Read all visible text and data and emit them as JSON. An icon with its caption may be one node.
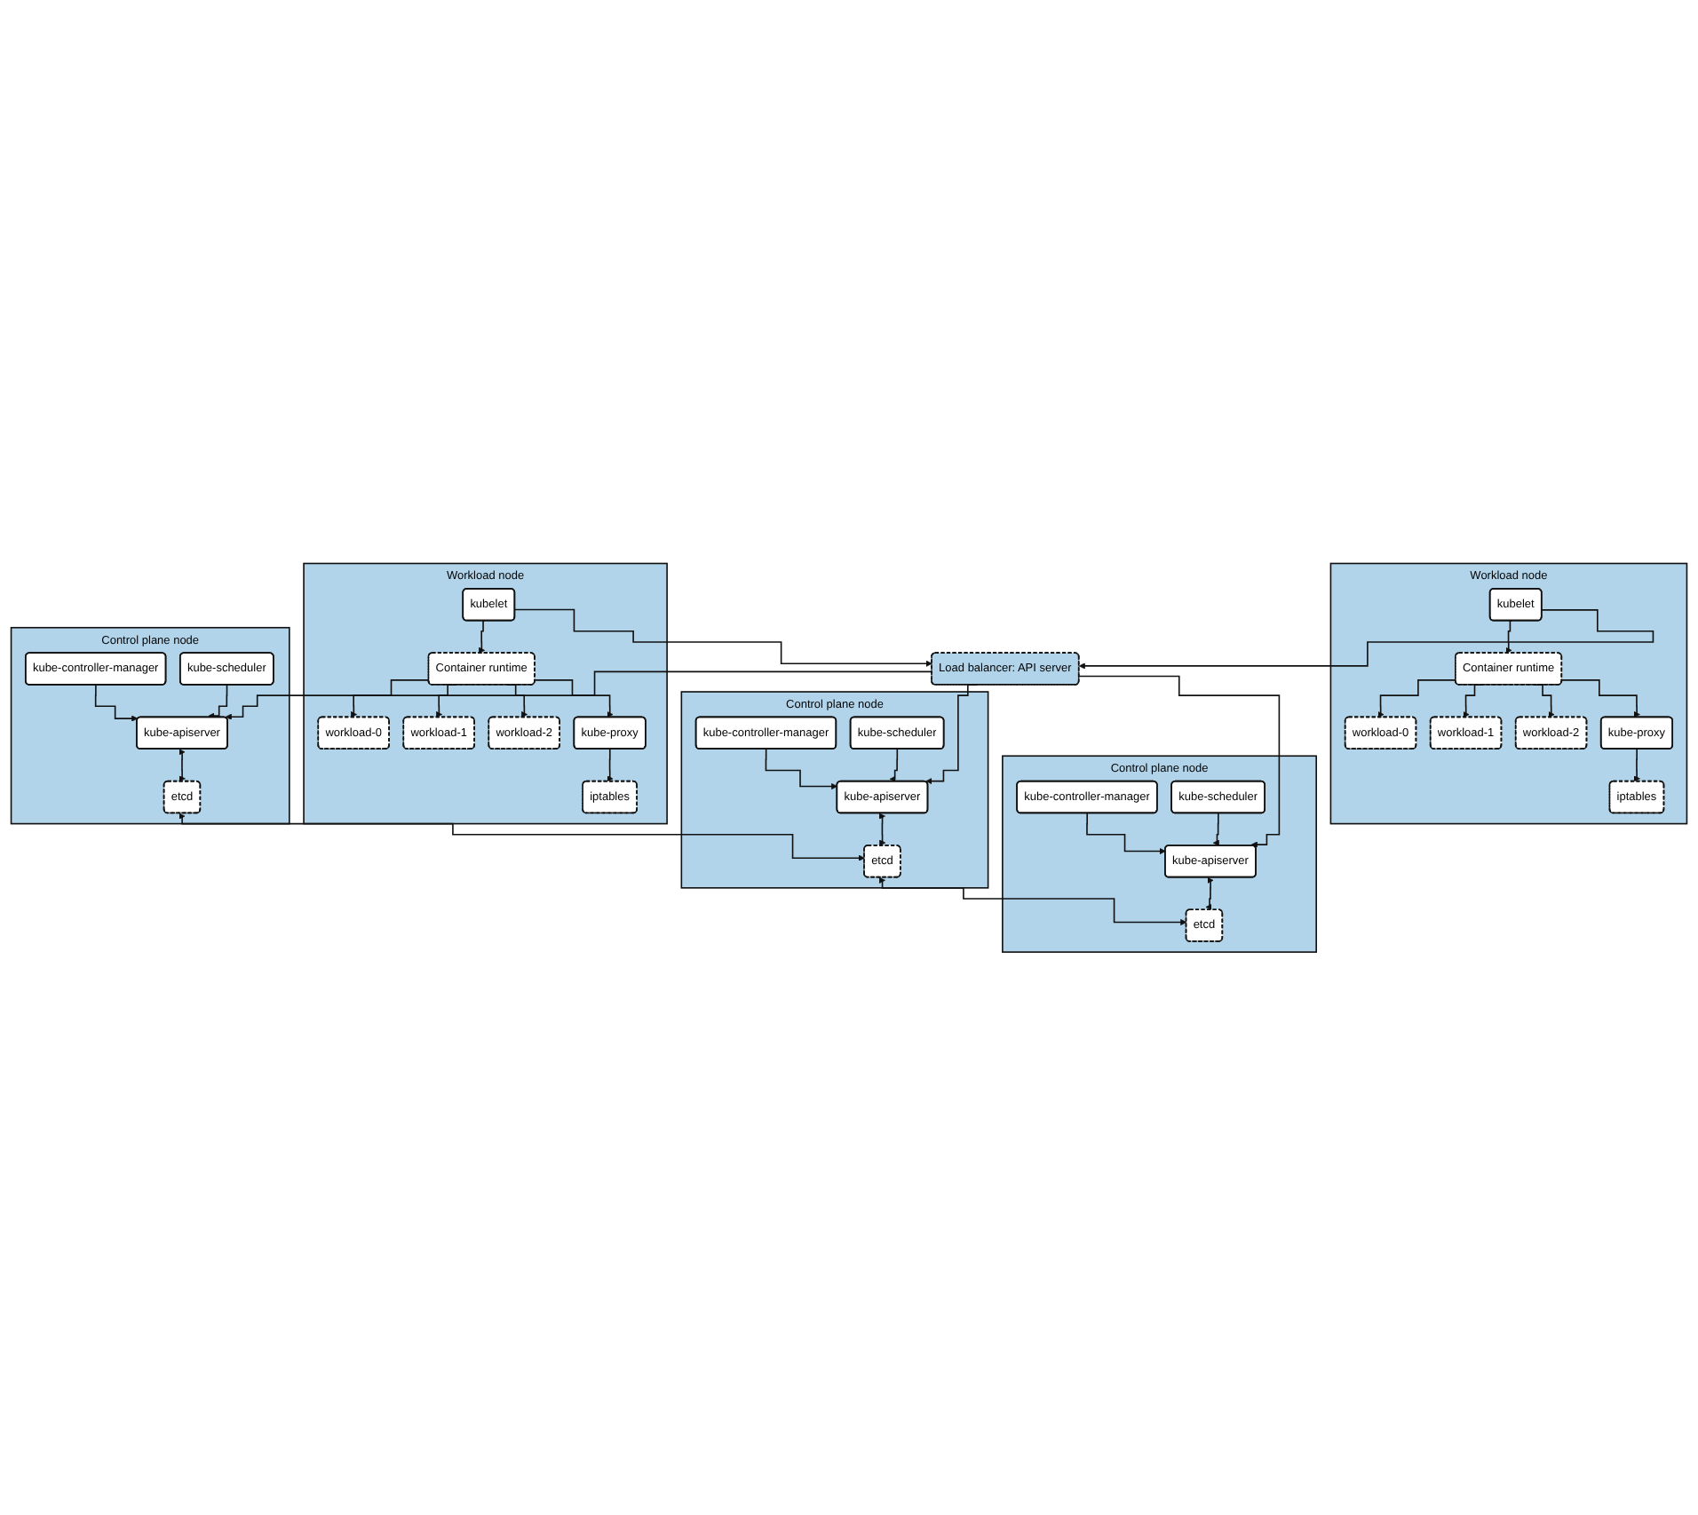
{
  "diagram": {
    "nodes": [
      {
        "text": [
          "Workload node"
        ]
      },
      {
        "text": [
          "workload-0"
        ],
        "in": 0
      },
      {
        "text": [
          "workload-1"
        ],
        "in": 0
      },
      {
        "text": [
          "iptables"
        ],
        "in": 0
      },
      {
        "text": [
          "workload-2"
        ],
        "in": 0
      },
      {
        "text": [
          "kube-proxy"
        ],
        "in": 0
      },
      {
        "text": [
          "kubelet"
        ],
        "in": 0
      },
      {
        "text": [
          "Container runtime"
        ],
        "in": 0
      },
      {
        "text": [
          "Workload node"
        ]
      },
      {
        "text": [
          "workload-0"
        ],
        "in": 8
      },
      {
        "text": [
          "workload-1"
        ],
        "in": 8
      },
      {
        "text": [
          "iptables"
        ],
        "in": 8
      },
      {
        "text": [
          "workload-2"
        ],
        "in": 8
      },
      {
        "text": [
          "kube-proxy"
        ],
        "in": 8
      },
      {
        "text": [
          "kubelet"
        ],
        "in": 8
      },
      {
        "text": [
          "Container runtime"
        ],
        "in": 8
      },
      {
        "text": [
          "Load balancer: API server"
        ]
      },
      {
        "text": [
          "Control plane node"
        ]
      },
      {
        "text": [
          "kube-apiserver"
        ],
        "in": 17
      },
      {
        "text": [
          "kube-controller-manager"
        ],
        "in": 17
      },
      {
        "text": [
          "kube-scheduler"
        ],
        "in": 17
      },
      {
        "text": [
          "etcd"
        ],
        "in": 17
      },
      {
        "text": [
          "Control plane node"
        ]
      },
      {
        "text": [
          "kube-apiserver"
        ],
        "in": 22
      },
      {
        "text": [
          "kube-controller-manager"
        ],
        "in": 22
      },
      {
        "text": [
          "kube-scheduler"
        ],
        "in": 22
      },
      {
        "text": [
          "etcd"
        ],
        "in": 22
      },
      {
        "text": [
          "Control plane node"
        ]
      },
      {
        "text": [
          "kube-apiserver"
        ],
        "in": 27
      },
      {
        "text": [
          "kube-controller-manager"
        ],
        "in": 27
      },
      {
        "text": [
          "kube-scheduler"
        ],
        "in": 27
      },
      {
        "text": [
          "etcd"
        ],
        "in": 27
      }
    ],
    "edges": [
      {
        "from": 6,
        "to": 7,
        "arrow": "to"
      },
      {
        "from": 7,
        "to": 1,
        "arrow": "to"
      },
      {
        "from": 7,
        "to": 2,
        "arrow": "to"
      },
      {
        "from": 7,
        "to": 4,
        "arrow": "to"
      },
      {
        "from": 7,
        "to": 5,
        "arrow": "to"
      },
      {
        "from": 5,
        "to": 3,
        "arrow": "to"
      },
      {
        "from": 14,
        "to": 15,
        "arrow": "to"
      },
      {
        "from": 15,
        "to": 9,
        "arrow": "to"
      },
      {
        "from": 15,
        "to": 10,
        "arrow": "to"
      },
      {
        "from": 15,
        "to": 12,
        "arrow": "to"
      },
      {
        "from": 15,
        "to": 13,
        "arrow": "to"
      },
      {
        "from": 13,
        "to": 11,
        "arrow": "to"
      },
      {
        "from": 6,
        "to": 16,
        "arrow": "to"
      },
      {
        "from": 14,
        "to": 16,
        "arrow": "to"
      },
      {
        "from": 16,
        "to": 18,
        "arrow": "to"
      },
      {
        "from": 16,
        "to": 23,
        "arrow": "to"
      },
      {
        "from": 16,
        "to": 28,
        "arrow": "to"
      },
      {
        "from": 19,
        "to": 18,
        "arrow": "to"
      },
      {
        "from": 20,
        "to": 18,
        "arrow": "to"
      },
      {
        "from": 18,
        "to": 21,
        "arrow": "both"
      },
      {
        "from": 24,
        "to": 23,
        "arrow": "to"
      },
      {
        "from": 25,
        "to": 23,
        "arrow": "to"
      },
      {
        "from": 23,
        "to": 26,
        "arrow": "both"
      },
      {
        "from": 29,
        "to": 28,
        "arrow": "to"
      },
      {
        "from": 30,
        "to": 28,
        "arrow": "to"
      },
      {
        "from": 28,
        "to": 31,
        "arrow": "both"
      },
      {
        "from": 21,
        "to": 26,
        "arrow": "both"
      },
      {
        "from": 26,
        "to": 31,
        "arrow": "both"
      }
    ]
  }
}
